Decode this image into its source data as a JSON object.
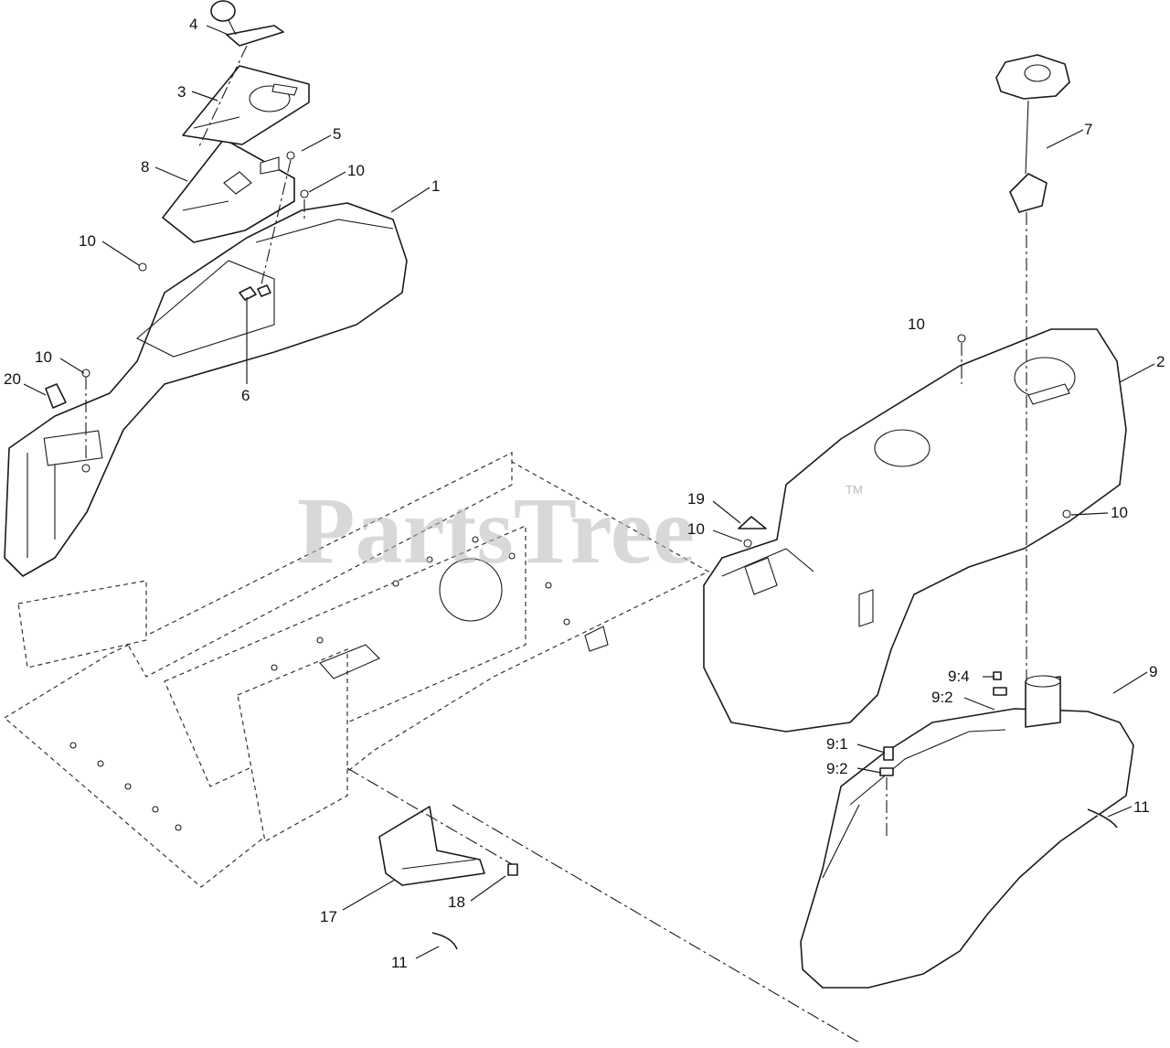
{
  "watermark": {
    "text": "PartsTree",
    "mark": "TM"
  },
  "callouts": {
    "c1": "1",
    "c2": "2",
    "c3": "3",
    "c4": "4",
    "c5": "5",
    "c6": "6",
    "c7": "7",
    "c8": "8",
    "c9": "9",
    "c9_1": "9:1",
    "c9_2a": "9:2",
    "c9_2b": "9:2",
    "c9_4": "9:4",
    "c10a": "10",
    "c10b": "10",
    "c10c": "10",
    "c10d": "10",
    "c10e": "10",
    "c10f": "10",
    "c11a": "11",
    "c11b": "11",
    "c17": "17",
    "c18": "18",
    "c19": "19",
    "c20": "20"
  }
}
